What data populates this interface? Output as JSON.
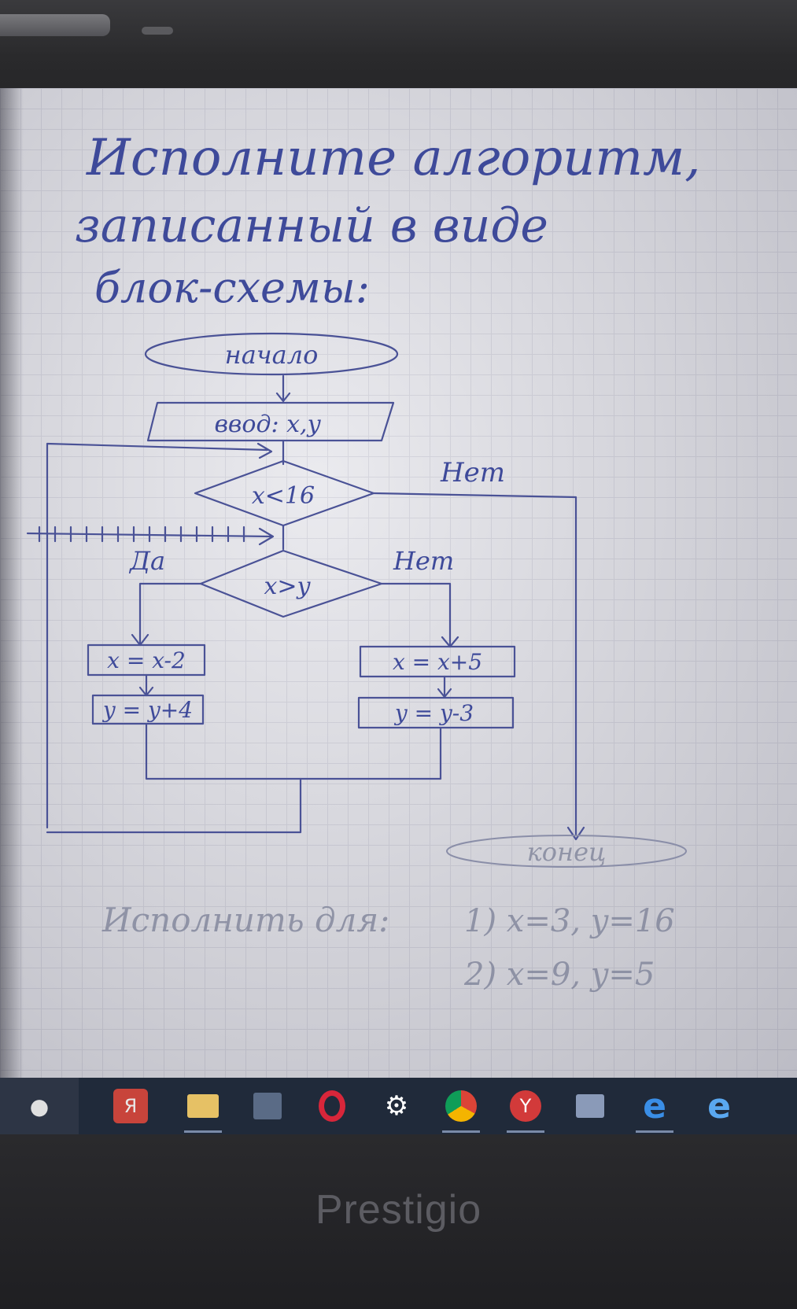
{
  "header": {
    "line1": "Исполните алгоритм,",
    "line2": "записанный в виде",
    "line3": "блок-схемы:"
  },
  "flowchart": {
    "start": "начало",
    "input": "ввод: x,y",
    "cond1": "x<16",
    "cond1_no": "Нет",
    "cond2": "x>y",
    "cond2_yes": "Да",
    "cond2_no": "Нет",
    "left_op1": "x = x-2",
    "left_op2": "y = y+4",
    "right_op1": "x = x+5",
    "right_op2": "y = y-3",
    "end": "конец"
  },
  "task": {
    "label": "Исполнить для:",
    "case1": "1) x=3, y=16",
    "case2": "2) x=9, y=5"
  },
  "taskbar": {
    "items": [
      {
        "name": "microphone-icon",
        "glyph": "🎙"
      },
      {
        "name": "yandex-icon",
        "glyph": "Я"
      },
      {
        "name": "file-explorer-icon",
        "glyph": "▭"
      },
      {
        "name": "store-icon",
        "glyph": "▦"
      },
      {
        "name": "opera-icon",
        "glyph": "O"
      },
      {
        "name": "settings-icon",
        "glyph": "⚙"
      },
      {
        "name": "chrome-icon",
        "glyph": "◉"
      },
      {
        "name": "yandex-browser-icon",
        "glyph": "Y"
      },
      {
        "name": "media-icon",
        "glyph": "▶"
      },
      {
        "name": "edge-icon",
        "glyph": "e"
      },
      {
        "name": "ie-icon",
        "glyph": "e"
      }
    ]
  },
  "brand": "Prestigio"
}
